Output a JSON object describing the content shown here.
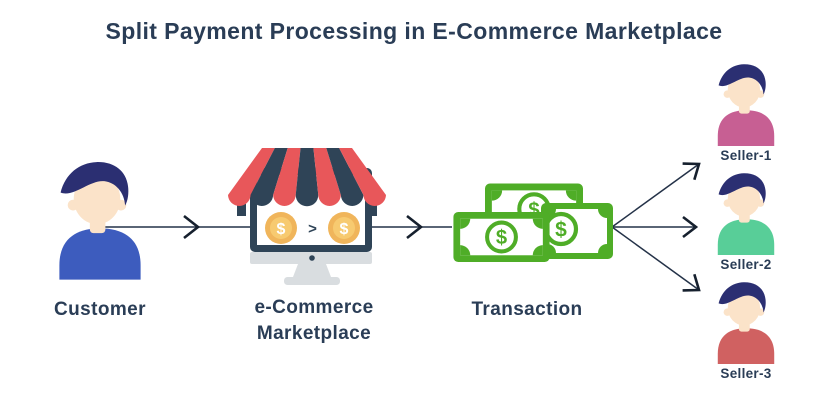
{
  "title": "Split Payment Processing in E-Commerce Marketplace",
  "colors": {
    "text": "#2a3d56",
    "hair": "#2b2f72",
    "skin": "#fbe3c9",
    "awning_red": "#e8575a",
    "awning_navy": "#2f4457",
    "monitor_navy": "#2f4457",
    "monitor_gray": "#d9dde0",
    "coin_outer": "#f0b55b",
    "coin_inner": "#f7ca70",
    "coin_text": "#ffffff",
    "bill_green": "#4fad27",
    "arrow_line": "#243248",
    "arrow_head": "#16202e"
  },
  "icons": {
    "customer": "person-avatar",
    "marketplace": "storefront-monitor-with-coins",
    "transaction": "money-bills",
    "seller": "person-avatar"
  },
  "nodes": {
    "customer": {
      "label": "Customer",
      "shirt_color": "#3d5cbe"
    },
    "marketplace": {
      "label_line1": "e-Commerce",
      "label_line2": "Marketplace",
      "coin_symbol": "$",
      "compare_symbol": ">"
    },
    "transaction": {
      "label": "Transaction",
      "currency_symbol": "$"
    },
    "sellers": [
      {
        "label": "Seller-1",
        "shirt_color": "#c75f93"
      },
      {
        "label": "Seller-2",
        "shirt_color": "#58ce98"
      },
      {
        "label": "Seller-3",
        "shirt_color": "#d06161"
      }
    ]
  }
}
